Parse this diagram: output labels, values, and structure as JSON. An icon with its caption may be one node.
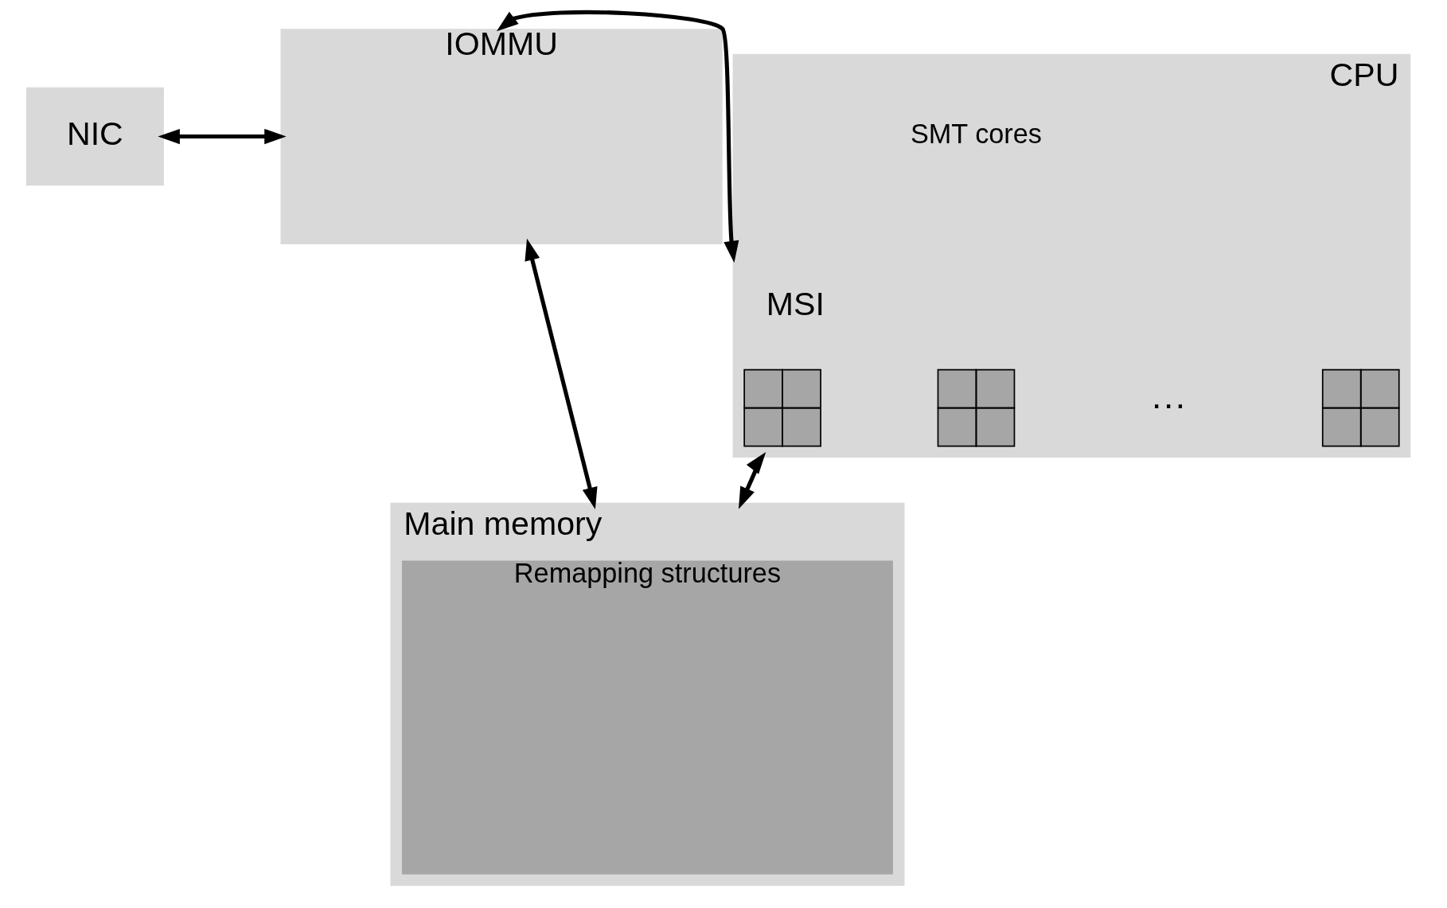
{
  "diagram": {
    "nodes": [
      {
        "text": [
          "NIC"
        ]
      },
      {
        "text": [
          "IOMMU"
        ]
      },
      {
        "text": [
          "CPU"
        ]
      },
      {
        "text": [],
        "shape": "box",
        "in": 2
      },
      {
        "text": [],
        "shape": "box",
        "in": 2
      },
      {
        "text": [],
        "shape": "box",
        "in": 2
      },
      {
        "text": [
          "Main memory"
        ]
      },
      {
        "text": [
          "Remapping structures"
        ],
        "in": 6
      }
    ],
    "edges": [
      {
        "from": 0,
        "to": 1,
        "arrow": "both"
      },
      {
        "from": 1,
        "to": 2,
        "label": "MSI",
        "arrow": "both"
      },
      {
        "from": 1,
        "to": 6,
        "arrow": "both"
      },
      {
        "from": 2,
        "to": 6,
        "arrow": "both"
      }
    ],
    "labels": [
      "SMT cores",
      "···"
    ]
  }
}
